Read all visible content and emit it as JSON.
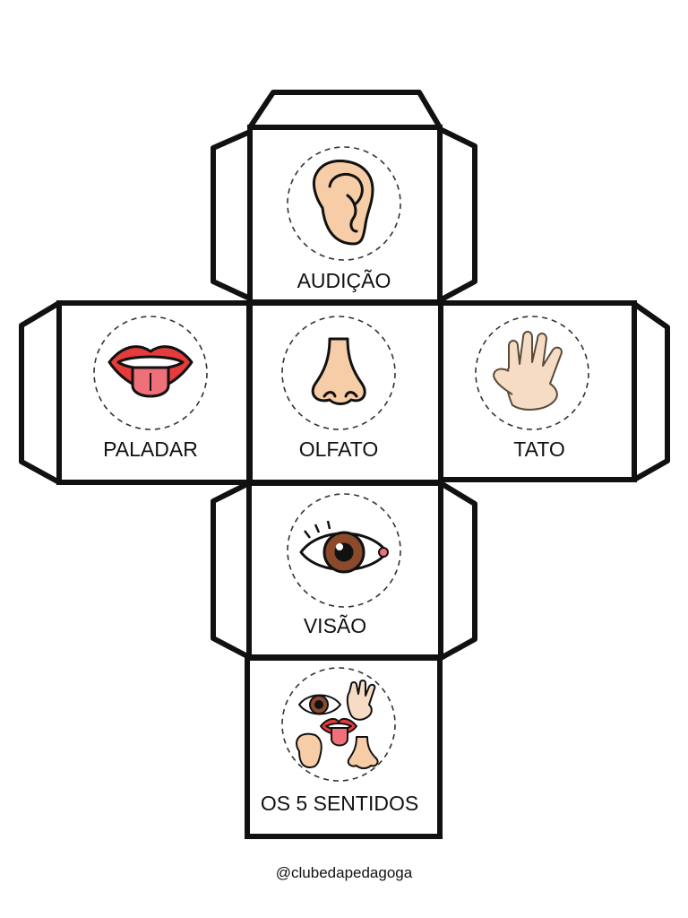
{
  "faces": {
    "top": {
      "label": "AUDIÇÃO",
      "icon": "ear-icon"
    },
    "left": {
      "label": "PALADAR",
      "icon": "mouth-tongue-icon"
    },
    "center": {
      "label": "OLFATO",
      "icon": "nose-icon"
    },
    "right": {
      "label": "TATO",
      "icon": "hand-icon"
    },
    "lower": {
      "label": "VISÃO",
      "icon": "eye-icon"
    },
    "bottom": {
      "label": "OS 5 SENTIDOS",
      "icon": "five-senses-collage-icon"
    }
  },
  "credit": "@clubedapedagoga",
  "colors": {
    "outline": "#111111",
    "skin": "#f6cda6",
    "lip": "#e63b3b",
    "tongue": "#f0707a",
    "iris": "#8a4a2b",
    "dashed_circle": "#333333"
  }
}
